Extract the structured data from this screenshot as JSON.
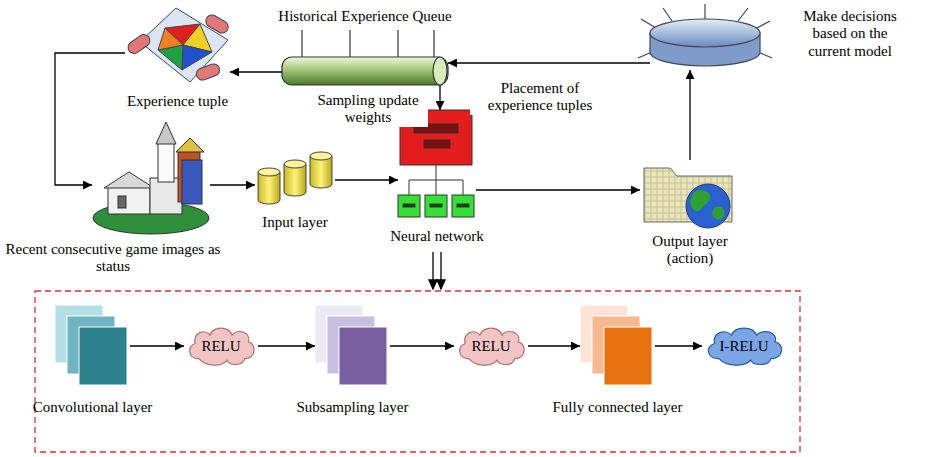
{
  "diagram": {
    "nodes": [
      {
        "text": [
          "Historical Experience Queue"
        ]
      },
      {
        "text": [
          "Experience tuple"
        ]
      },
      {
        "text": [
          "Make decisions based on the current model"
        ]
      },
      {
        "text": [
          "Recent consecutive game images as status"
        ]
      },
      {
        "text": [
          "Input layer"
        ]
      },
      {
        "text": [
          "Neural network"
        ]
      },
      {
        "text": [
          "Output layer (action)"
        ]
      },
      {
        "text": [
          "Convolutional layer"
        ]
      },
      {
        "text": [
          "RELU"
        ]
      },
      {
        "text": [
          "Subsampling layer"
        ]
      },
      {
        "text": [
          "RELU"
        ]
      },
      {
        "text": [
          "Fully connected layer"
        ]
      },
      {
        "text": [
          "I-RELU"
        ]
      }
    ],
    "edges": [
      {
        "from": 0,
        "to": 1,
        "arrow": "to"
      },
      {
        "from": 1,
        "to": 3,
        "arrow": "to"
      },
      {
        "from": 3,
        "to": 4,
        "arrow": "to"
      },
      {
        "from": 4,
        "to": 5,
        "arrow": "to"
      },
      {
        "from": 5,
        "to": 6,
        "arrow": "to"
      },
      {
        "from": 6,
        "to": 2,
        "arrow": "to"
      },
      {
        "from": 2,
        "to": 0,
        "label": "Placement of experience tuples",
        "arrow": "to"
      },
      {
        "from": 0,
        "to": 5,
        "label": "Sampling update weights",
        "arrow": "to"
      },
      {
        "from": 7,
        "to": 8,
        "arrow": "to"
      },
      {
        "from": 8,
        "to": 9,
        "arrow": "to"
      },
      {
        "from": 9,
        "to": 10,
        "arrow": "to"
      },
      {
        "from": 10,
        "to": 11,
        "arrow": "to"
      },
      {
        "from": 11,
        "to": 12,
        "arrow": "to"
      }
    ]
  }
}
